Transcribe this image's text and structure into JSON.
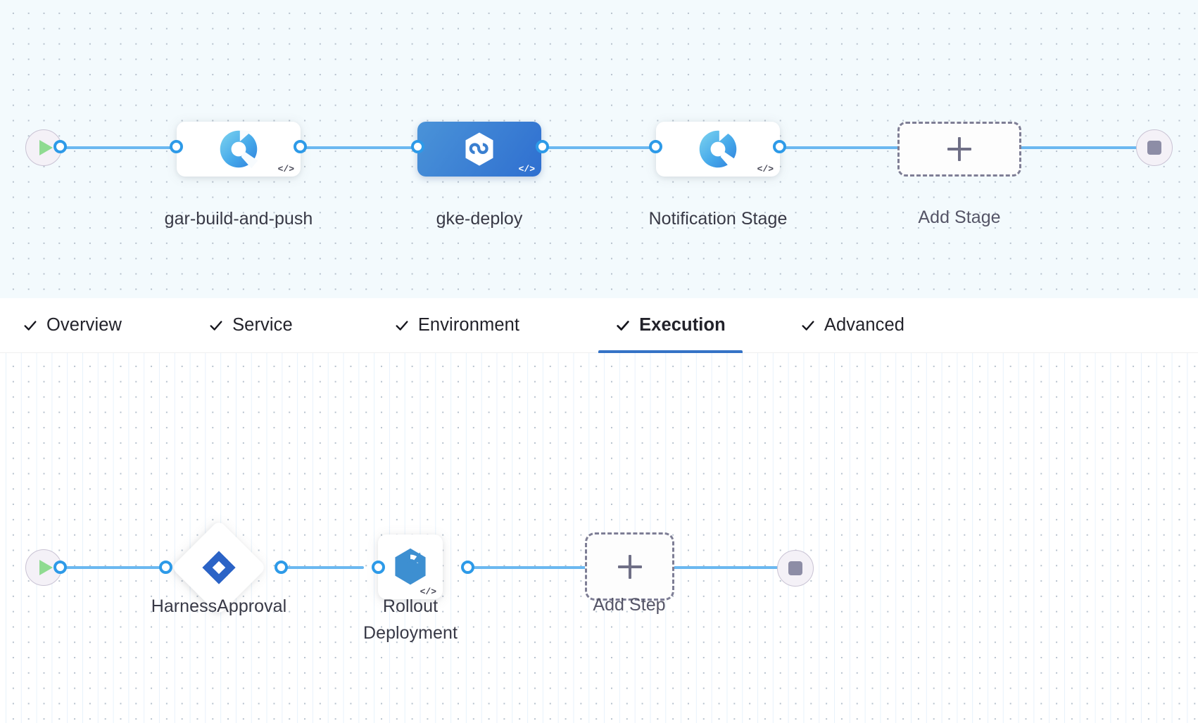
{
  "colors": {
    "edge": "#6bb8f0",
    "port_ring": "#2d9ae8",
    "selected_node": "#3573c6",
    "tab_active_underline": "#3573c6",
    "stage_canvas_bg": "#f3fafd",
    "step_canvas_bg": "#ffffff",
    "terminal_bg": "#f4f1f7",
    "play_green": "#8fdb91",
    "stop_gray": "#8d8da6",
    "add_node_border": "#7e7e95",
    "label_text": "#383946"
  },
  "stage_canvas": {
    "name": "pipeline-stages-canvas",
    "start_node": {
      "icon": "play-icon"
    },
    "end_node": {
      "icon": "stop-icon"
    },
    "nodes": [
      {
        "id": "gar-build-and-push",
        "label": "gar-build-and-push",
        "icon": "harness-ci-build-icon",
        "badge": "</>",
        "selected": false,
        "type": "stage"
      },
      {
        "id": "gke-deploy",
        "label": "gke-deploy",
        "icon": "harness-cd-deploy-icon",
        "badge": "</>",
        "selected": true,
        "type": "stage"
      },
      {
        "id": "notification-stage",
        "label": "Notification Stage",
        "icon": "harness-ci-build-icon",
        "badge": "</>",
        "selected": false,
        "type": "stage"
      },
      {
        "id": "add-stage",
        "label": "Add Stage",
        "icon": "plus-icon",
        "selected": false,
        "type": "add"
      }
    ]
  },
  "tabs": {
    "name": "stage-config-tabs",
    "items": [
      {
        "id": "overview",
        "label": "Overview",
        "icon": "check-icon",
        "complete": true,
        "active": false
      },
      {
        "id": "service",
        "label": "Service",
        "icon": "check-icon",
        "complete": true,
        "active": false
      },
      {
        "id": "environment",
        "label": "Environment",
        "icon": "check-icon",
        "complete": true,
        "active": false
      },
      {
        "id": "execution",
        "label": "Execution",
        "icon": "check-icon",
        "complete": true,
        "active": true
      },
      {
        "id": "advanced",
        "label": "Advanced",
        "icon": "check-icon",
        "complete": true,
        "active": false
      }
    ]
  },
  "step_canvas": {
    "name": "execution-steps-canvas",
    "start_node": {
      "icon": "play-icon"
    },
    "end_node": {
      "icon": "stop-icon"
    },
    "nodes": [
      {
        "id": "harness-approval",
        "label": "HarnessApproval",
        "icon": "harness-approval-icon",
        "type": "diamond"
      },
      {
        "id": "rollout-deployment",
        "label": "Rollout Deployment",
        "icon": "kubernetes-rollout-icon",
        "badge": "</>",
        "type": "step"
      },
      {
        "id": "add-step",
        "label": "Add Step",
        "icon": "plus-icon",
        "type": "add"
      }
    ]
  }
}
